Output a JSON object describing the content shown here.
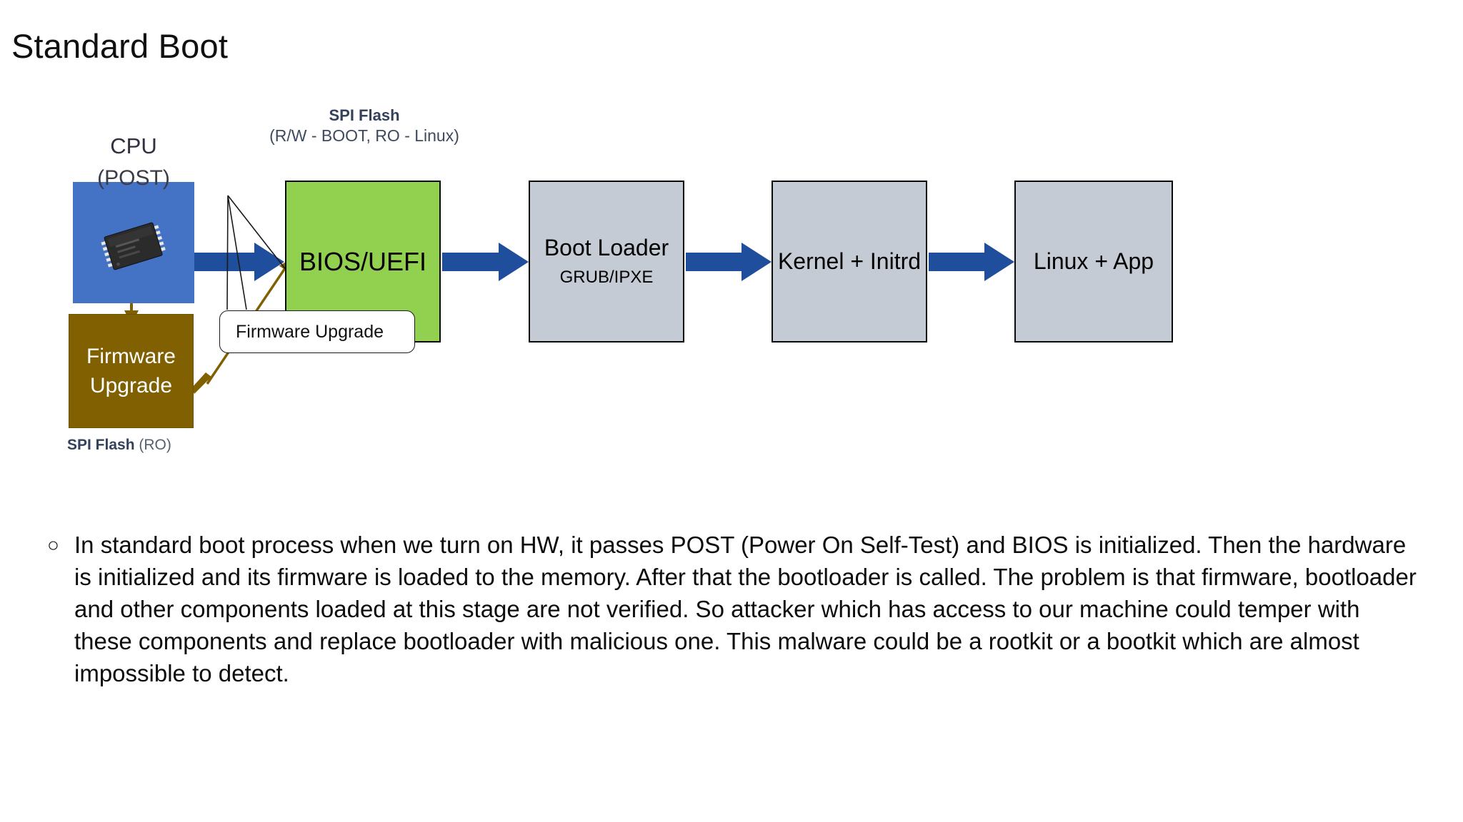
{
  "slide": {
    "title": "Standard Boot"
  },
  "diagram": {
    "cpu": {
      "label": "CPU",
      "caption": "(POST)",
      "icon": "ic-chip-icon",
      "color": "#4472C4"
    },
    "spi_flash_top": {
      "line1": "SPI Flash",
      "line2": "(R/W - BOOT, RO - Linux)"
    },
    "bios": {
      "title": "BIOS/UEFI",
      "color": "#92D050"
    },
    "bootloader": {
      "title": "Boot Loader",
      "subtitle": "GRUB/IPXE",
      "color": "#C5CBD5"
    },
    "kernel": {
      "title": "Kernel + Initrd",
      "color": "#C5CBD5"
    },
    "linux": {
      "title": "Linux + App",
      "color": "#C5CBD5"
    },
    "firmware": {
      "line1": "Firmware",
      "line2": "Upgrade",
      "color": "#806000"
    },
    "spi_flash_ro": {
      "bold": "SPI Flash",
      "rest": " (RO)"
    },
    "callout": {
      "text": "Firmware Upgrade"
    },
    "arrow_color": "#1F4E9C",
    "firmware_arrow_color": "#806000"
  },
  "body": {
    "bullet": "○",
    "paragraph": "In standard boot process when we turn on HW, it passes POST (Power On Self-Test) and BIOS is initialized. Then the hardware is initialized and its firmware is loaded to the memory. After that the bootloader is called. The problem is that firmware, bootloader and other components loaded at this stage are not verified. So attacker which has access to our machine could temper with these components and replace bootloader with malicious one. This malware could be a rootkit or a bootkit which are almost impossible to detect."
  }
}
